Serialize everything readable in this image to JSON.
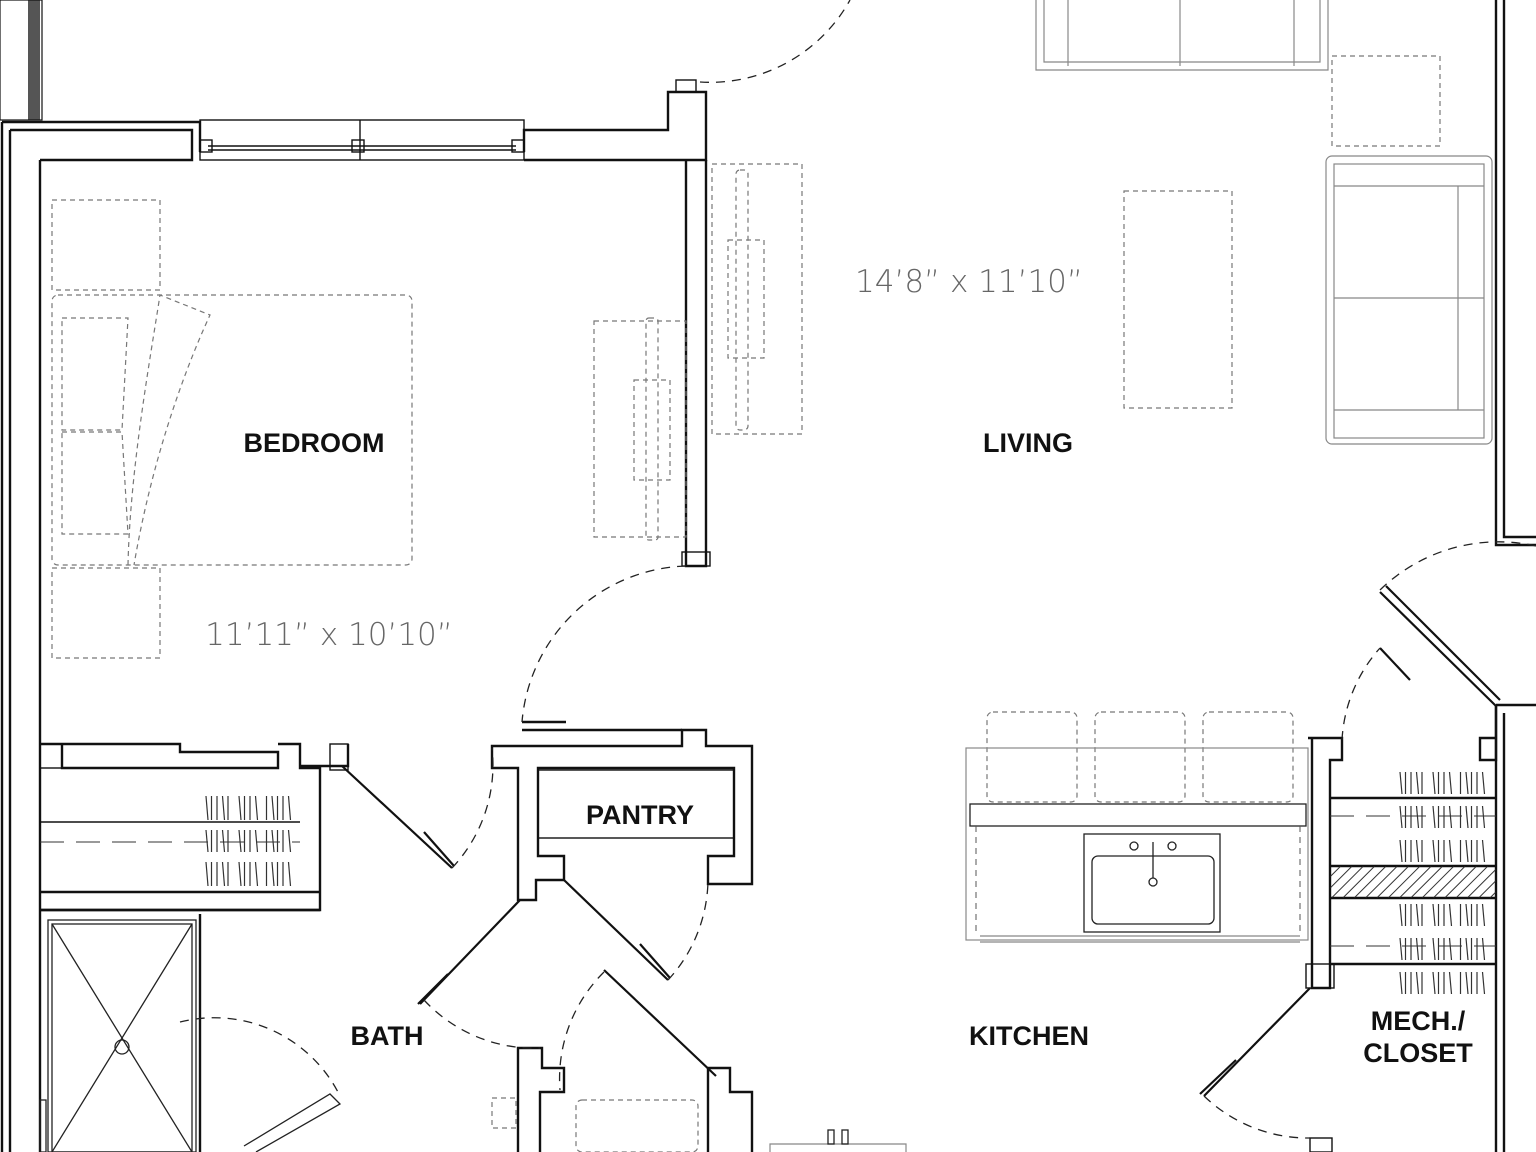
{
  "rooms": {
    "bedroom": "BEDROOM",
    "living": "LIVING",
    "pantry": "PANTRY",
    "bath": "BATH",
    "kitchen": "KITCHEN",
    "mech_line1": "MECH./",
    "mech_line2": "CLOSET"
  },
  "dimensions": {
    "living": "14’8” x 11’10”",
    "bedroom": "11’11” x 10’10”"
  },
  "colors": {
    "wall": "#111111",
    "furniture": "#777777",
    "dimension_text": "#666666",
    "hatch": "#333333"
  }
}
